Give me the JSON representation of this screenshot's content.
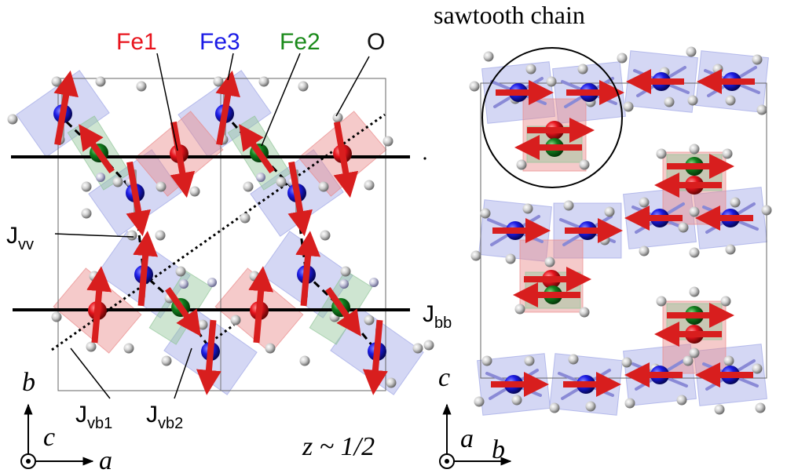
{
  "header": {
    "title": "sawtooth chain"
  },
  "atom_labels": [
    {
      "text": "Fe1",
      "color": "#e8141d"
    },
    {
      "text": "Fe3",
      "color": "#1b1be6"
    },
    {
      "text": "Fe2",
      "color": "#1a8a1a"
    },
    {
      "text": "O",
      "color": "#111111"
    }
  ],
  "couplings": {
    "vv": {
      "main": "J",
      "sub": "vv"
    },
    "bb": {
      "main": "J",
      "sub": "bb"
    },
    "vb1": {
      "main": "J",
      "sub": "vb1"
    },
    "vb2": {
      "main": "J",
      "sub": "vb2"
    }
  },
  "left_axes": {
    "vertical": "b",
    "horizontal": "a",
    "out_of_plane": "c"
  },
  "right_axes": {
    "vertical": "c",
    "horizontal": "b",
    "out_of_plane": "a"
  },
  "z_note": "z ~ 1/2",
  "colors": {
    "fe1": "#e8141d",
    "fe3": "#1b1be6",
    "fe2": "#12801e",
    "oxygen": "#c8c8c8",
    "spin": "#e32626",
    "poly_blue": "#9fa6e6",
    "poly_red": "#e98a8a",
    "poly_green": "#93c69a"
  }
}
